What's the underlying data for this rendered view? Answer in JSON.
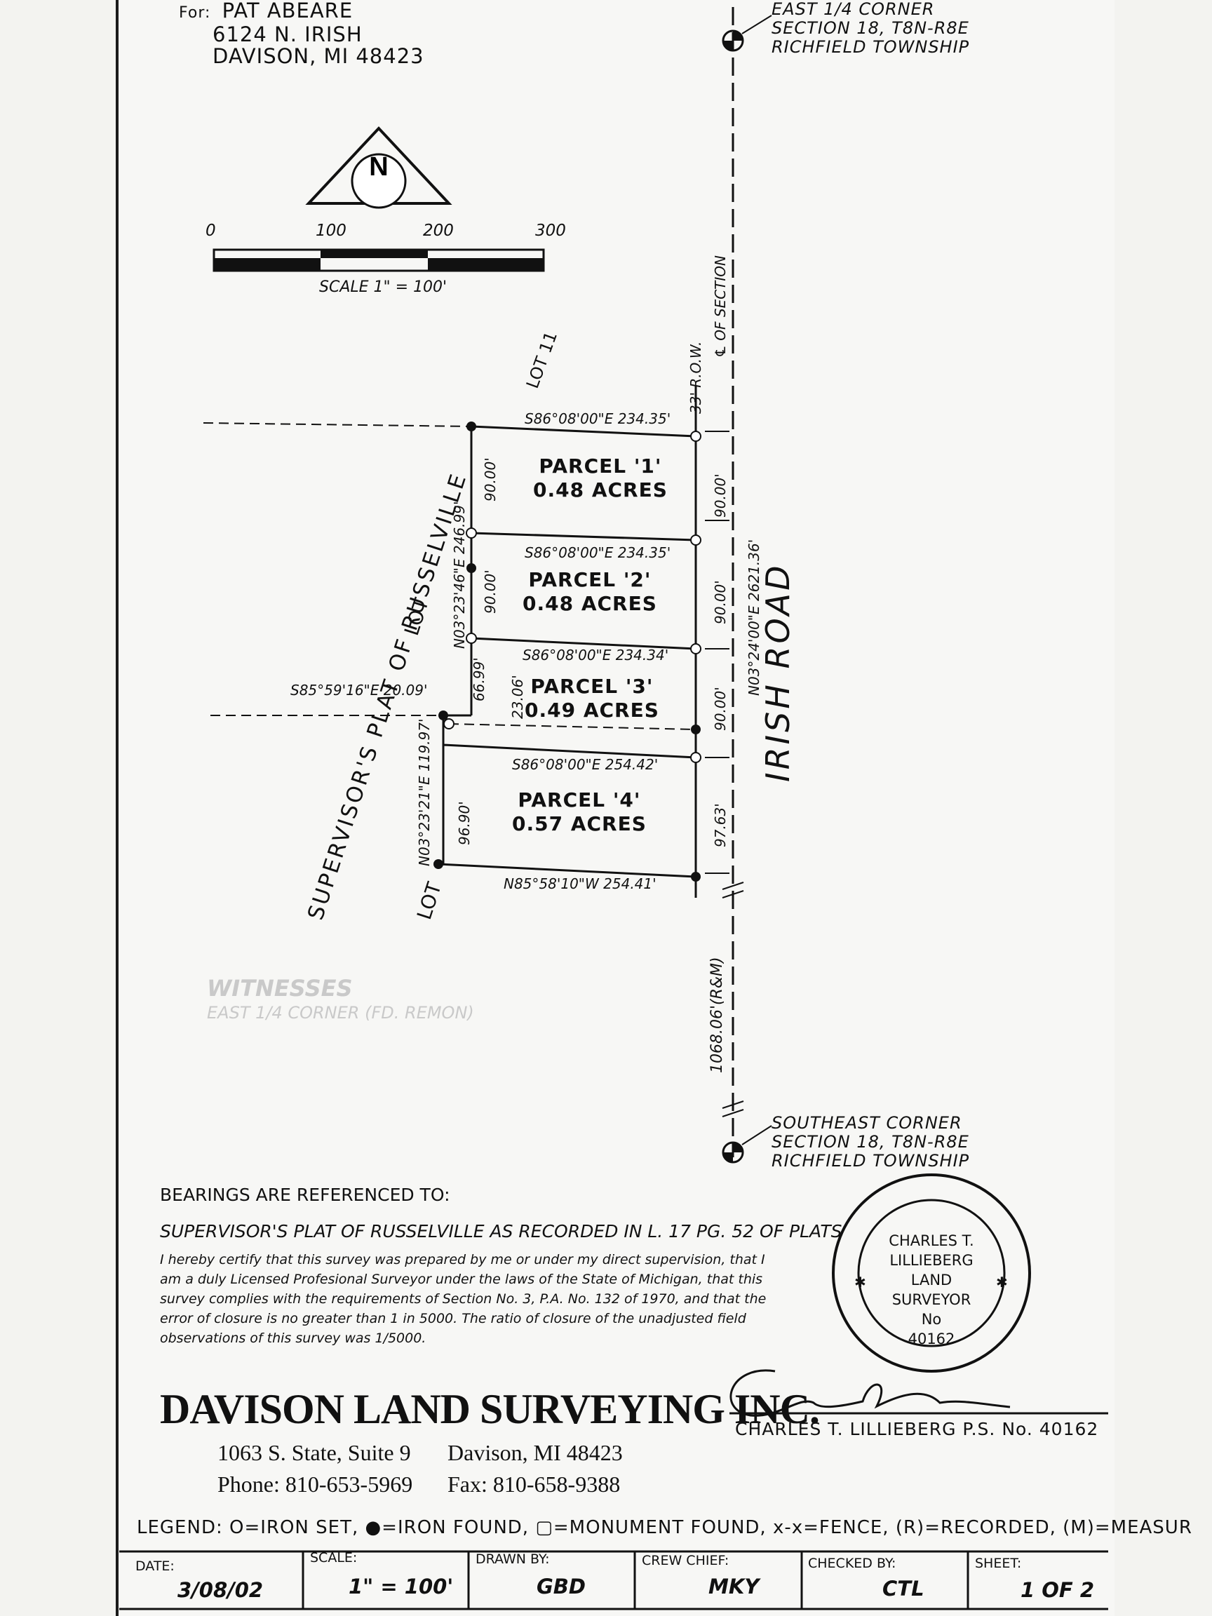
{
  "header": {
    "for_label": "For:",
    "client_name": "PAT ABEARE",
    "client_address1": "6124 N. IRISH",
    "client_address2": "DAVISON, MI  48423"
  },
  "corners": {
    "ne_line1": "EAST 1/4 CORNER",
    "ne_line2": "SECTION 18, T8N-R8E",
    "ne_line3": "RICHFIELD TOWNSHIP",
    "se_line1": "SOUTHEAST CORNER",
    "se_line2": "SECTION 18, T8N-R8E",
    "se_line3": "RICHFIELD TOWNSHIP"
  },
  "north_arrow": {
    "letter": "N"
  },
  "scale_bar": {
    "ticks": [
      "0",
      "100",
      "200",
      "300"
    ],
    "label": "SCALE 1\" = 100'"
  },
  "labels": {
    "plat_name": "SUPERVISOR'S PLAT OF RUSSELVILLE",
    "lot_11": "LOT 11",
    "lot_upper": "LOT",
    "lot_lower": "LOT",
    "row": "33' R.O.W.",
    "section_cl": "℄ OF SECTION",
    "road": "IRISH ROAD",
    "dist_south": "1068.06'(R&M)"
  },
  "parcels": [
    {
      "name": "PARCEL '1'",
      "area": "0.48 ACRES"
    },
    {
      "name": "PARCEL '2'",
      "area": "0.48 ACRES"
    },
    {
      "name": "PARCEL '3'",
      "area": "0.49 ACRES"
    },
    {
      "name": "PARCEL '4'",
      "area": "0.57 ACRES"
    }
  ],
  "bearings": {
    "b1": "S86°08'00\"E 234.35'",
    "b2": "S86°08'00\"E 234.35'",
    "b3": "S86°08'00\"E 234.34'",
    "b4": "S86°08'00\"E 254.42'",
    "b5": "N85°58'10\"W 254.41'",
    "b6": "S85°59'16\"E 20.09'",
    "west_main": "N03°23'46\"E 246.99'",
    "west_lower": "N03°23'21\"E 119.97'",
    "east_road": "N03°24'00\"E 2621.36'",
    "w1": "90.00'",
    "w2": "90.00'",
    "w3": "66.99'",
    "w3b": "23.06'",
    "w4": "96.90'",
    "e1": "90.00'",
    "e2": "90.00'",
    "e3": "90.00'",
    "e4": "97.63'"
  },
  "bearing_ref": {
    "title": "BEARINGS ARE REFERENCED TO:",
    "text": "SUPERVISOR'S PLAT OF RUSSELVILLE AS RECORDED IN L. 17 PG. 52 OF PLATS"
  },
  "certification": {
    "line1": "I hereby certify that this survey was prepared by me or under my direct supervision, that I",
    "line2": "am a duly Licensed Profesional Surveyor under the laws of the State of Michigan, that this",
    "line3": "survey complies with the requirements of Section No. 3, P.A. No. 132 of 1970, and that the",
    "line4": "error of closure is no greater than 1 in 5000.  The ratio of closure of the unadjusted field",
    "line5": "observations of this survey was 1/5000."
  },
  "seal": {
    "line1": "CHARLES T.",
    "line2": "LILLIEBERG",
    "line3": "LAND",
    "line4": "SURVEYOR",
    "line5": "No",
    "line6": "40162"
  },
  "company": {
    "name": "DAVISON LAND SURVEYING INC.",
    "street": "1063 S. State, Suite 9",
    "city": "Davison, MI 48423",
    "phone": "Phone: 810-653-5969",
    "fax": "Fax: 810-658-9388"
  },
  "surveyor_line": "CHARLES T. LILLIEBERG P.S.  No. 40162",
  "legend": "LEGEND: O=IRON SET,  ●=IRON FOUND,  ▢=MONUMENT FOUND,  x-x=FENCE,  (R)=RECORDED,  (M)=MEASUR",
  "title_block": {
    "date_label": "DATE:",
    "date": "3/08/02",
    "scale_label": "SCALE:",
    "scale": "1\" = 100'",
    "drawn_label": "DRAWN BY:",
    "drawn": "GBD",
    "crew_label": "CREW CHIEF:",
    "crew": "MKY",
    "checked_label": "CHECKED BY:",
    "checked": "CTL",
    "sheet_label": "SHEET:",
    "sheet": "1 OF 2"
  },
  "witnesses": {
    "title": "WITNESSES",
    "ne_title": "EAST 1/4 CORNER (FD. REMON)"
  }
}
